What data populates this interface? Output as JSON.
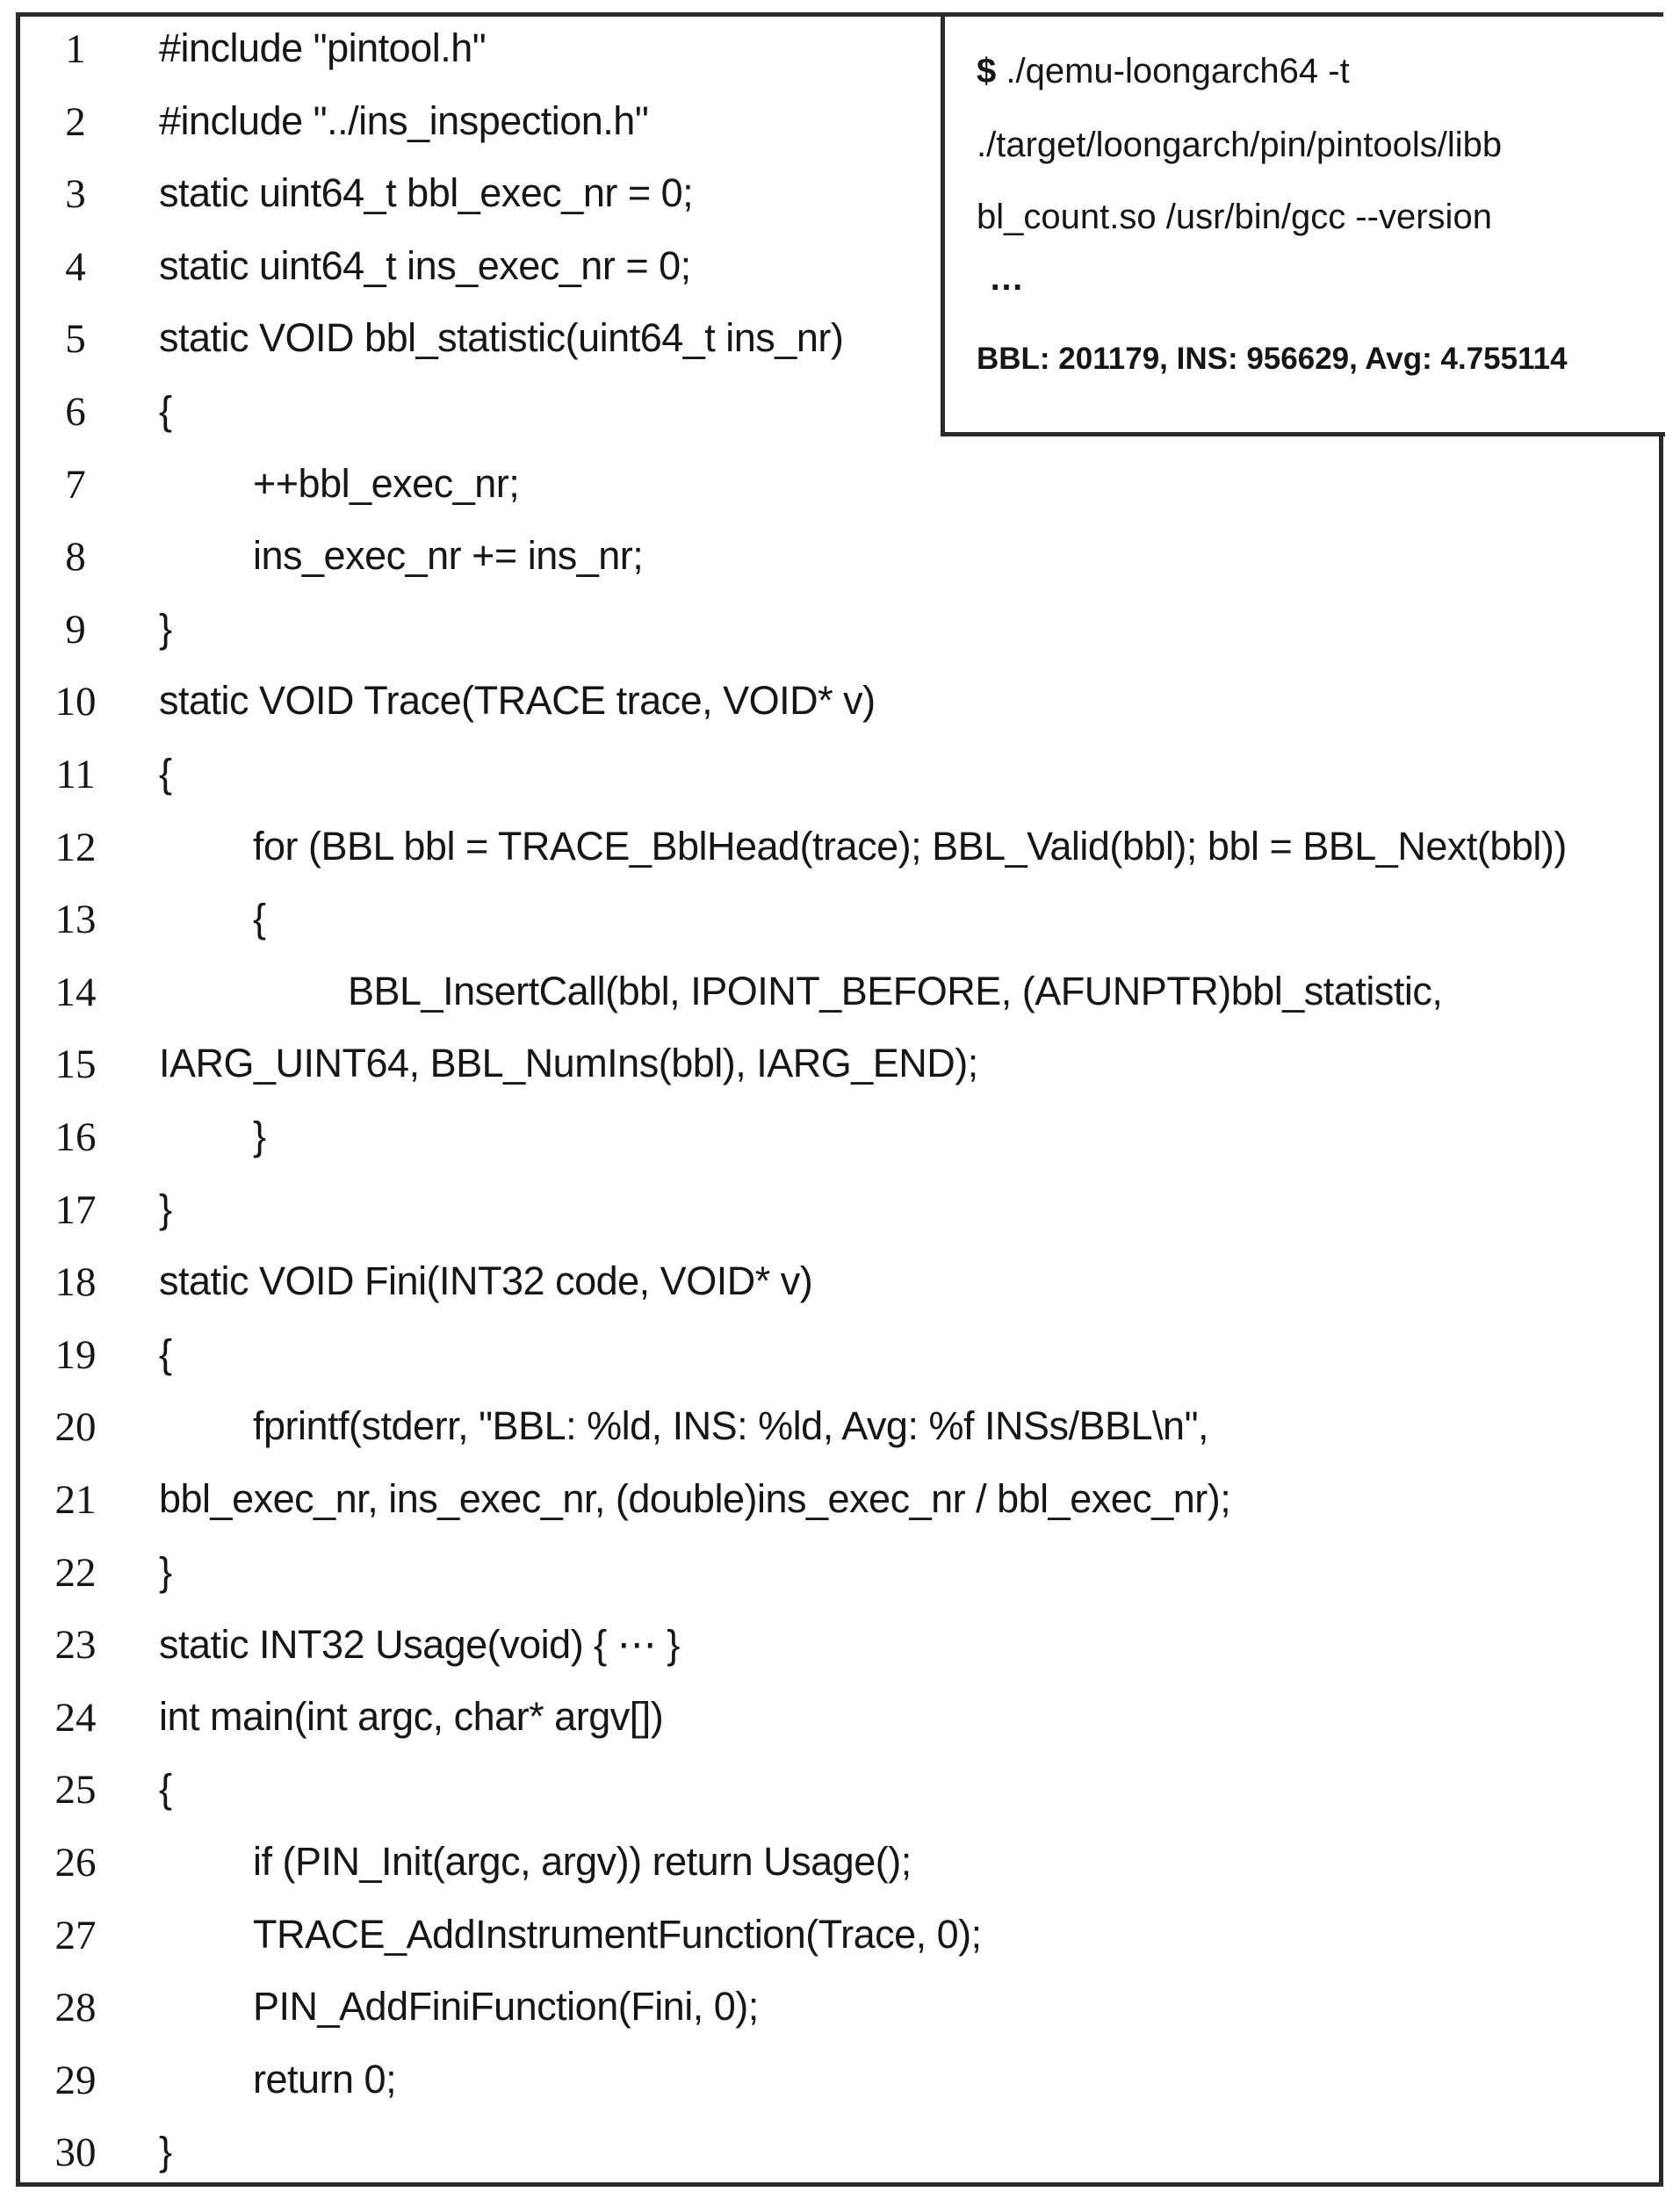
{
  "code": {
    "lines": [
      {
        "n": "1",
        "indent": 0,
        "text": "#include \"pintool.h\""
      },
      {
        "n": "2",
        "indent": 0,
        "text": "#include \"../ins_inspection.h\""
      },
      {
        "n": "3",
        "indent": 0,
        "text": "static uint64_t bbl_exec_nr = 0;"
      },
      {
        "n": "4",
        "indent": 0,
        "text": "static uint64_t ins_exec_nr = 0;"
      },
      {
        "n": "5",
        "indent": 0,
        "text": "static VOID bbl_statistic(uint64_t ins_nr)"
      },
      {
        "n": "6",
        "indent": 0,
        "text": "{"
      },
      {
        "n": "7",
        "indent": 1,
        "text": "++bbl_exec_nr;"
      },
      {
        "n": "8",
        "indent": 1,
        "text": "ins_exec_nr += ins_nr;"
      },
      {
        "n": "9",
        "indent": 0,
        "text": "}"
      },
      {
        "n": "10",
        "indent": 0,
        "text": "static VOID Trace(TRACE trace, VOID* v)"
      },
      {
        "n": "11",
        "indent": 0,
        "text": "{"
      },
      {
        "n": "12",
        "indent": 1,
        "text": "for (BBL bbl = TRACE_BblHead(trace); BBL_Valid(bbl); bbl = BBL_Next(bbl))"
      },
      {
        "n": "13",
        "indent": 1,
        "text": "{"
      },
      {
        "n": "14",
        "indent": 2,
        "text": "BBL_InsertCall(bbl, IPOINT_BEFORE, (AFUNPTR)bbl_statistic,"
      },
      {
        "n": "15",
        "indent": 0,
        "text": "IARG_UINT64, BBL_NumIns(bbl), IARG_END);"
      },
      {
        "n": "16",
        "indent": 1,
        "text": "}"
      },
      {
        "n": "17",
        "indent": 0,
        "text": "}"
      },
      {
        "n": "18",
        "indent": 0,
        "text": "static VOID Fini(INT32 code, VOID* v)"
      },
      {
        "n": "19",
        "indent": 0,
        "text": "{"
      },
      {
        "n": "20",
        "indent": 1,
        "text": "fprintf(stderr, \"BBL: %ld, INS: %ld, Avg: %f INSs/BBL\\n\","
      },
      {
        "n": "21",
        "indent": 0,
        "text": "bbl_exec_nr, ins_exec_nr, (double)ins_exec_nr / bbl_exec_nr);"
      },
      {
        "n": "22",
        "indent": 0,
        "text": "}"
      },
      {
        "n": "23",
        "indent": 0,
        "text": "static INT32 Usage(void) { ⋯ }"
      },
      {
        "n": "24",
        "indent": 0,
        "text": "int main(int argc, char* argv[])"
      },
      {
        "n": "25",
        "indent": 0,
        "text": "{"
      },
      {
        "n": "26",
        "indent": 1,
        "text": "if (PIN_Init(argc, argv)) return Usage();"
      },
      {
        "n": "27",
        "indent": 1,
        "text": "TRACE_AddInstrumentFunction(Trace, 0);"
      },
      {
        "n": "28",
        "indent": 1,
        "text": "PIN_AddFiniFunction(Fini, 0);"
      },
      {
        "n": "29",
        "indent": 1,
        "text": "return 0;"
      },
      {
        "n": "30",
        "indent": 0,
        "text": "}"
      }
    ]
  },
  "terminal": {
    "prompt": "$",
    "command_line_1": " ./qemu-loongarch64 -t",
    "command_line_2": "./target/loongarch/pin/pintools/libb",
    "command_line_3": "bl_count.so /usr/bin/gcc --version",
    "ellipsis": "…",
    "result": "BBL: 201179, INS: 956629, Avg: 4.755114"
  }
}
